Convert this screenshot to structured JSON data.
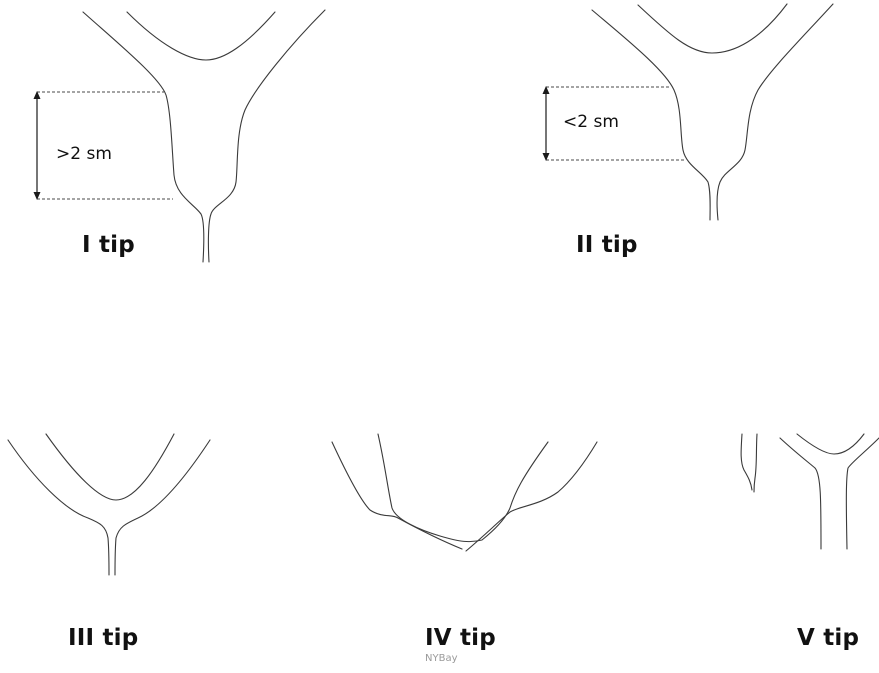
{
  "figures": [
    {
      "label": "I tip",
      "measure": ">2 sm"
    },
    {
      "label": "II tip",
      "measure": "<2 sm"
    },
    {
      "label": "III tip"
    },
    {
      "label": "IV tip"
    },
    {
      "label": "V tip"
    }
  ],
  "watermark": "NYBay"
}
